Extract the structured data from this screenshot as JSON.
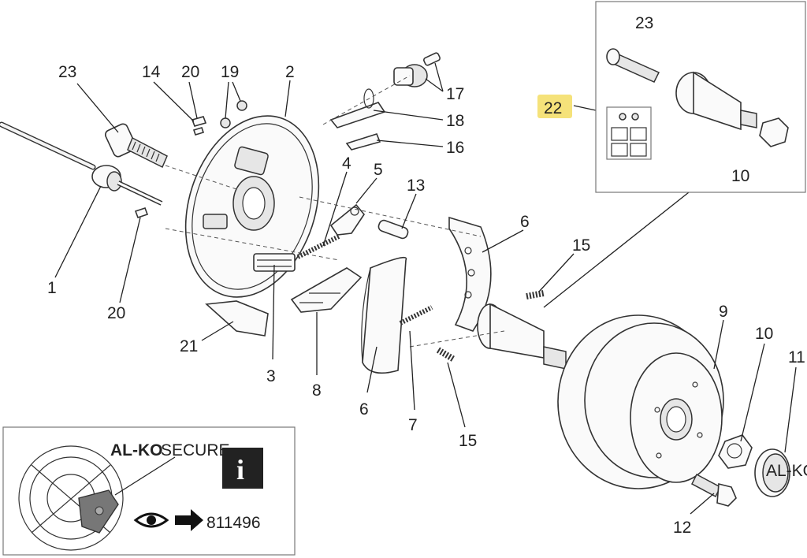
{
  "callouts": {
    "c23a": "23",
    "c14": "14",
    "c20a": "20",
    "c19": "19",
    "c2": "2",
    "c17": "17",
    "c18": "18",
    "c16": "16",
    "c4": "4",
    "c5": "5",
    "c13": "13",
    "c6a": "6",
    "c15a": "15",
    "c1": "1",
    "c20b": "20",
    "c21": "21",
    "c3": "3",
    "c8": "8",
    "c6b": "6",
    "c7": "7",
    "c15b": "15",
    "c9": "9",
    "c10b": "10",
    "c11": "11",
    "c12": "12",
    "c22": "22",
    "c23b": "23",
    "c10a": "10"
  },
  "highlight_color": "#f5e27a",
  "inset": {
    "brand": "AL-KO",
    "secure": "SECURE",
    "part_number": "811496",
    "info_icon": "info-icon",
    "eye_icon": "eye-icon",
    "arrow_icon": "arrow-right-icon"
  },
  "cap_text": "AL-KO"
}
